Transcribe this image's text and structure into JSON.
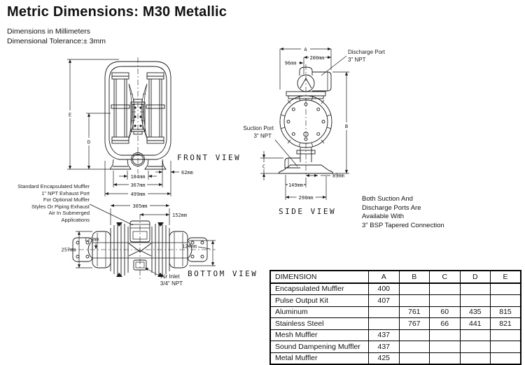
{
  "page": {
    "title": "Metric Dimensions: M30 Metallic",
    "subtitle1": "Dimensions in Millimeters",
    "subtitle2": "Dimensional Tolerance:± 3mm"
  },
  "front_view": {
    "caption": "FRONT VIEW",
    "dim_e": "E",
    "dim_d": "D",
    "dim_62": "62mm",
    "dim_184": "184mm",
    "dim_367": "367mm",
    "dim_499": "499mm"
  },
  "side_view": {
    "caption": "SIDE VIEW",
    "dim_a": "A",
    "dim_b": "B",
    "dim_c": "C",
    "dim_96": "96mm",
    "dim_200": "200mm",
    "dim_89": "89mm",
    "dim_149": "149mm",
    "dim_298": "298mm",
    "discharge_port_line1": "Discharge Port",
    "discharge_port_line2": "3\" NPT",
    "suction_port_line1": "Suction Port",
    "suction_port_line2": "3\" NPT"
  },
  "bottom_view": {
    "caption": "BOTTOM VIEW",
    "dim_305": "305mm",
    "dim_152": "152mm",
    "dim_129": "129mm",
    "dim_257": "257mm",
    "dim_124": "124mm",
    "air_inlet_line1": "Air Inlet",
    "air_inlet_line2": "3/4\" NPT"
  },
  "muffler_note": {
    "line1": "Standard Encapsulated Muffler",
    "line2": "1\" NPT Exhaust Port",
    "line3": "For Optional Muffler",
    "line4": "Styles Or Piping Exhaust",
    "line5": "Air In Submerged",
    "line6": "Applications"
  },
  "bsp_note": {
    "line1": "Both Suction And",
    "line2": "Discharge Ports Are",
    "line3": "Available With",
    "line4": "3\" BSP Tapered Connection"
  },
  "table": {
    "headers": [
      "DIMENSION",
      "A",
      "B",
      "C",
      "D",
      "E"
    ],
    "rows": [
      [
        "Encapsulated Muffler",
        "400",
        "",
        "",
        "",
        ""
      ],
      [
        "Pulse Output Kit",
        "407",
        "",
        "",
        "",
        ""
      ],
      [
        "Aluminum",
        "",
        "761",
        "60",
        "435",
        "815"
      ],
      [
        "Stainless Steel",
        "",
        "767",
        "66",
        "441",
        "821"
      ],
      [
        "Mesh Muffler",
        "437",
        "",
        "",
        "",
        ""
      ],
      [
        "Sound Dampening Muffler",
        "437",
        "",
        "",
        "",
        ""
      ],
      [
        "Metal Muffler",
        "425",
        "",
        "",
        "",
        ""
      ]
    ]
  }
}
